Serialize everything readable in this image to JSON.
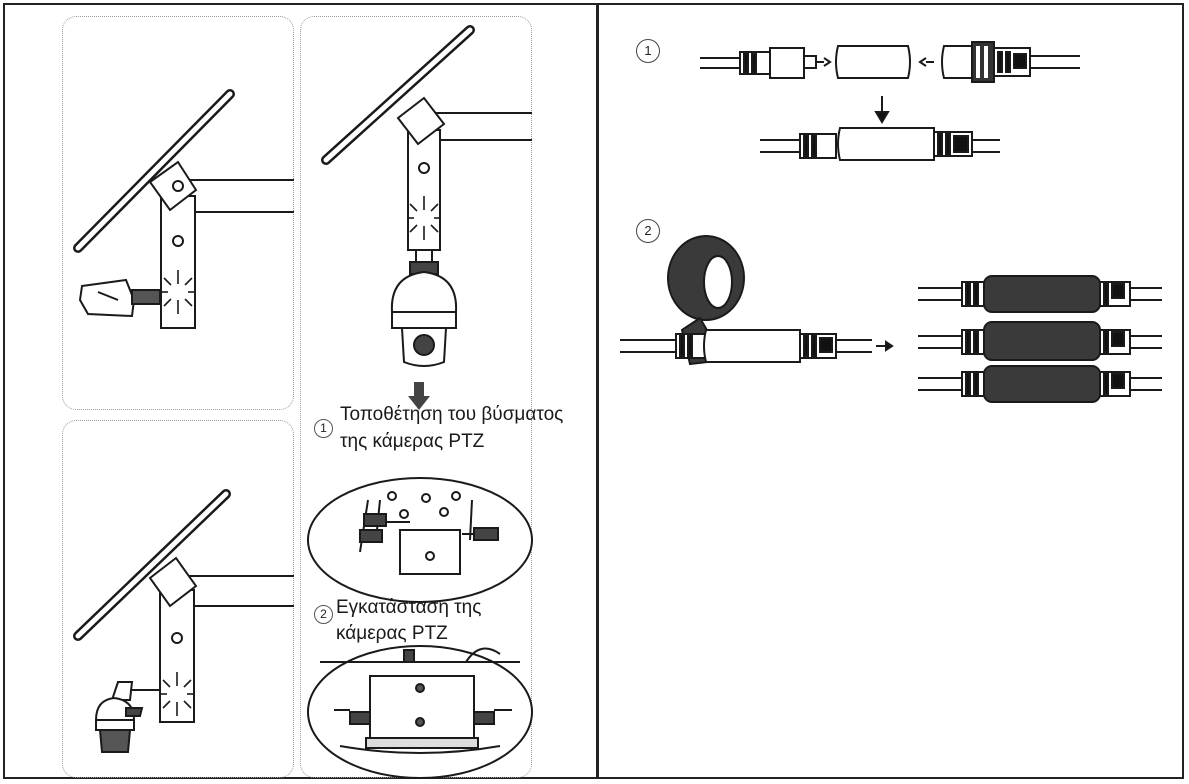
{
  "left": {
    "step1": {
      "number": "1",
      "label_line1": "Τοποθέτηση του βύσματος",
      "label_line2": "της κάμερας PTZ"
    },
    "step2": {
      "number": "2",
      "label_line1": "Εγκατάσταση της",
      "label_line2": "κάμερας PTZ"
    }
  },
  "right": {
    "step1": {
      "number": "1"
    },
    "step2": {
      "number": "2"
    }
  },
  "colors": {
    "line": "#1a1a1a",
    "tape": "#3a3a3a",
    "panel_border": "#9a9a9a"
  }
}
